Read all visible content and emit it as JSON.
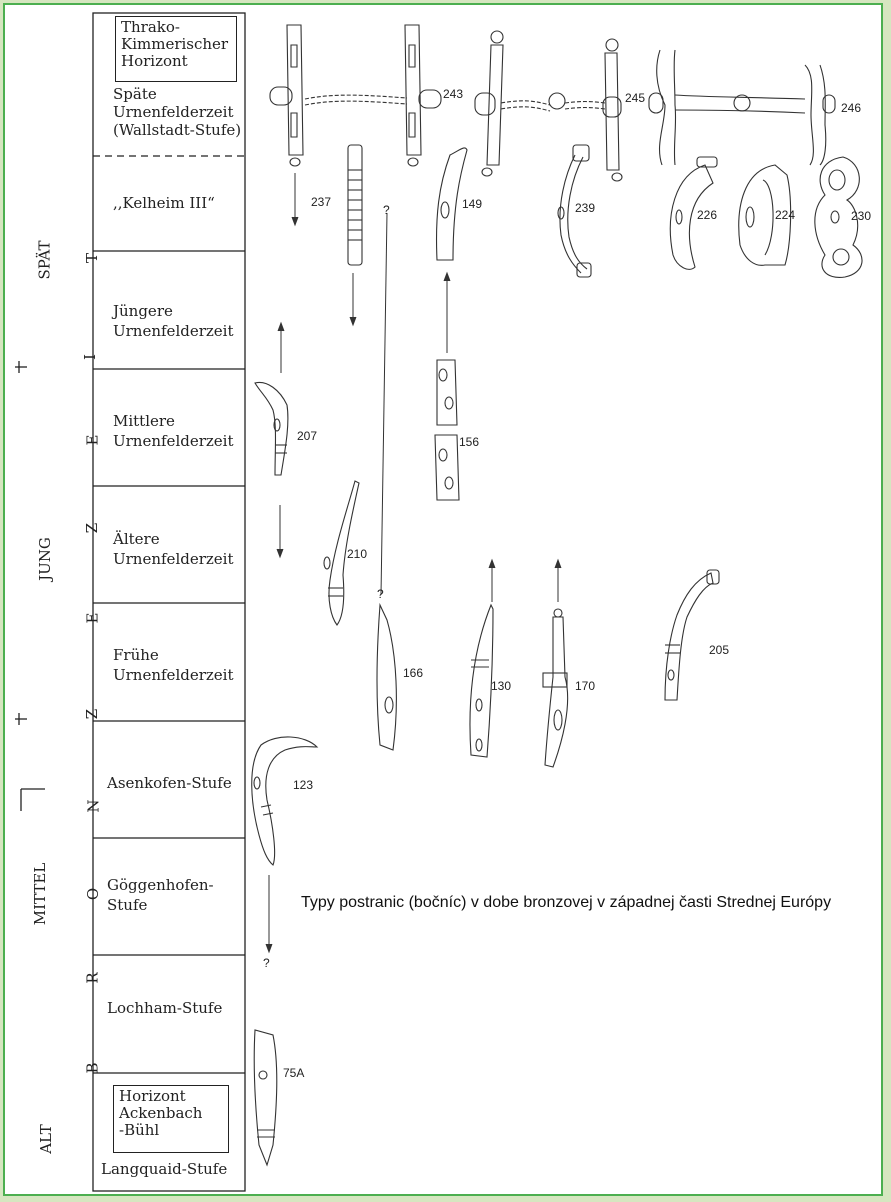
{
  "caption": "Typy postranic (bočníc) v dobe bronzovej v západnej časti Strednej Európy",
  "periods": {
    "spat": "SPÄT",
    "jung": "JUNG",
    "mittel": "MITTEL",
    "alt": "ALT",
    "zeit_letters": [
      "T",
      "I",
      "E",
      "Z",
      "E",
      "Z",
      "N",
      "O",
      "R",
      "B"
    ]
  },
  "stages": {
    "thrako": "Thrako-\nKimmerischer\nHorizont",
    "spaete": "Späte\nUrnenfelderzeit\n(Wallstadt-Stufe)",
    "kelheim": ",,Kelheim III“",
    "juengere": "Jüngere\nUrnenfelderzeit",
    "mittlere": "Mittlere\nUrnenfelderzeit",
    "aeltere": "Ältere\nUrnenfelderzeit",
    "fruehe": "Frühe\nUrnenfelderzeit",
    "asenkofen": "Asenkofen-Stufe",
    "goeggenhofen": "Göggenhofen-\nStufe",
    "lochham": "Lochham-Stufe",
    "ackenbach": "Horizont\nAckenbach\n-Bühl",
    "langquaid": "Langquaid-Stufe"
  },
  "artifacts": [
    "243",
    "245",
    "246",
    "237",
    "149",
    "239",
    "226",
    "224",
    "230",
    "156",
    "207",
    "210",
    "166",
    "130",
    "170",
    "205",
    "123",
    "75A"
  ],
  "question_mark": "?"
}
